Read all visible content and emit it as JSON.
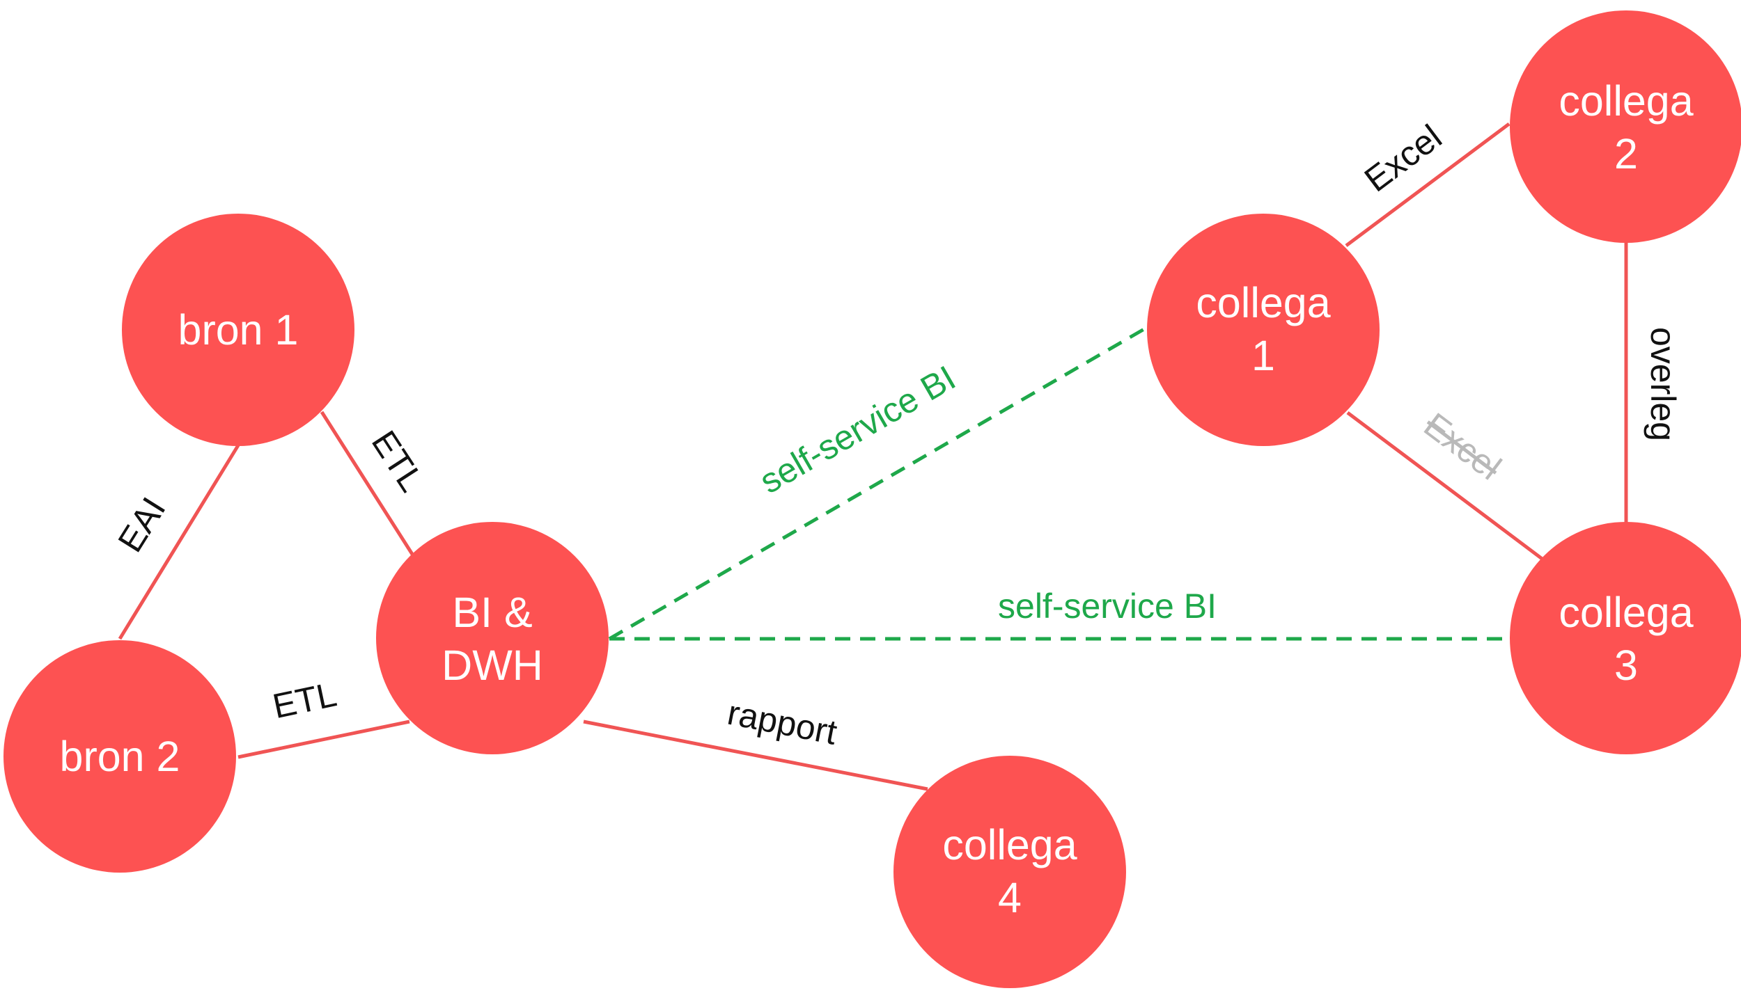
{
  "colors": {
    "node_fill": "#fd5252",
    "node_text": "#ffffff",
    "solid_edge": "#f05454",
    "self_service_edge": "#1ea84a",
    "label_text": "#111111",
    "struck_label": "#b9b9b9"
  },
  "nodes": {
    "bron1": {
      "lines": [
        "bron 1"
      ]
    },
    "bron2": {
      "lines": [
        "bron 2"
      ]
    },
    "bidwh": {
      "lines": [
        "BI &",
        "DWH"
      ]
    },
    "collega1": {
      "lines": [
        "collega",
        "1"
      ]
    },
    "collega2": {
      "lines": [
        "collega",
        "2"
      ]
    },
    "collega3": {
      "lines": [
        "collega",
        "3"
      ]
    },
    "collega4": {
      "lines": [
        "collega",
        "4"
      ]
    }
  },
  "edges": {
    "bron1_bron2": {
      "label": "EAI",
      "style": "solid"
    },
    "bron1_bidwh": {
      "label": "ETL",
      "style": "solid"
    },
    "bron2_bidwh": {
      "label": "ETL",
      "style": "solid"
    },
    "bidwh_collega4": {
      "label": "rapport",
      "style": "solid"
    },
    "bidwh_collega1": {
      "label": "self-service BI",
      "style": "dashed"
    },
    "bidwh_collega3": {
      "label": "self-service BI",
      "style": "dashed"
    },
    "collega1_collega2": {
      "label": "Excel",
      "style": "solid"
    },
    "collega1_collega3": {
      "label": "Excel",
      "style": "solid-struck"
    },
    "collega2_collega3": {
      "label": "overleg",
      "style": "solid"
    }
  }
}
